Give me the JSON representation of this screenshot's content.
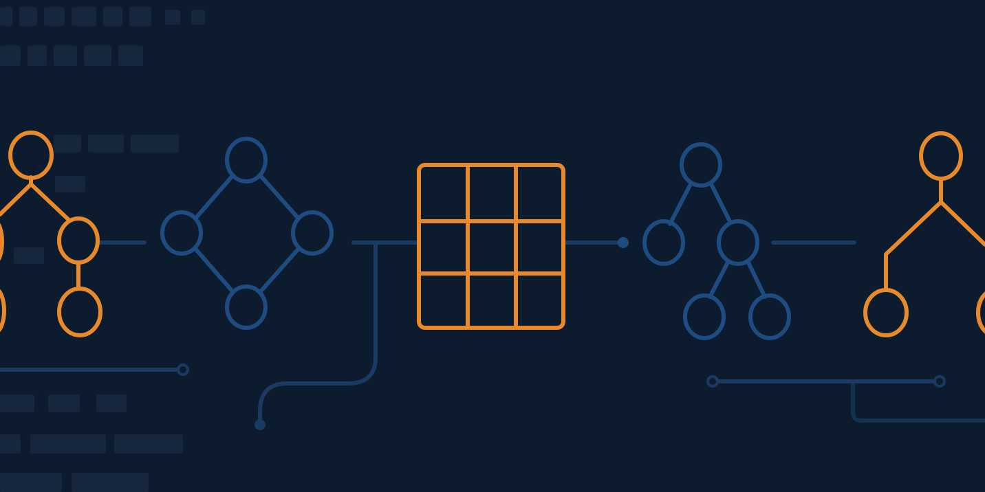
{
  "colors": {
    "background": "#0d1b2e",
    "orange_accent": "#e8892b",
    "blue_accent": "#1f4c80",
    "connector_line": "#1a3a61",
    "ghost_code_text": "#15263d"
  },
  "diagram": {
    "elements": [
      {
        "name": "binary-tree-left",
        "kind": "tree",
        "color": "orange",
        "node_count": 5
      },
      {
        "name": "diamond-graph",
        "kind": "graph",
        "color": "blue",
        "node_count": 4
      },
      {
        "name": "grid-matrix",
        "kind": "matrix",
        "color": "orange",
        "rows": 3,
        "cols": 3
      },
      {
        "name": "binary-tree-center",
        "kind": "tree",
        "color": "blue",
        "node_count": 5
      },
      {
        "name": "binary-tree-right",
        "kind": "tree",
        "color": "orange",
        "node_count": 3
      }
    ]
  },
  "background_code": {
    "legible": false
  }
}
